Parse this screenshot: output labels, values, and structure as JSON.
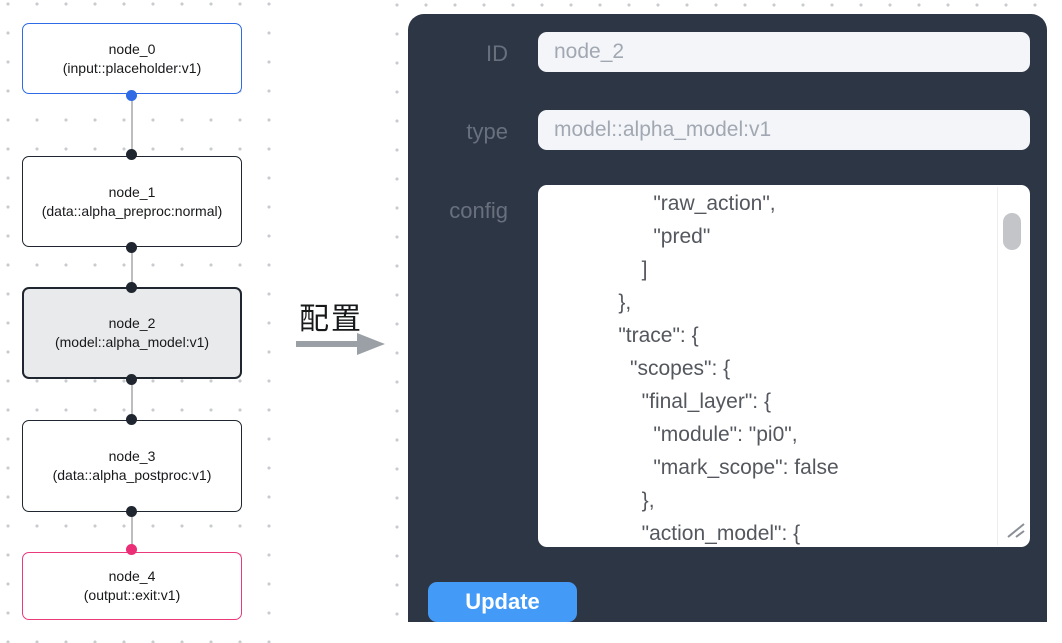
{
  "canvas": {
    "nodes": [
      {
        "name": "node_0",
        "type": "(input::placeholder:v1)"
      },
      {
        "name": "node_1",
        "type": "(data::alpha_preproc:normal)"
      },
      {
        "name": "node_2",
        "type": "(model::alpha_model:v1)"
      },
      {
        "name": "node_3",
        "type": "(data::alpha_postproc:v1)"
      },
      {
        "name": "node_4",
        "type": "(output::exit:v1)"
      }
    ],
    "selected_node": "node_2"
  },
  "annotation": {
    "label": "配置"
  },
  "panel": {
    "id_label": "ID",
    "id_value": "node_2",
    "type_label": "type",
    "type_value": "model::alpha_model:v1",
    "config_label": "config",
    "config_text": "          \"raw_action\",\n          \"pred\"\n        ]\n    },\n    \"trace\": {\n      \"scopes\": {\n        \"final_layer\": {\n          \"module\": \"pi0\",\n          \"mark_scope\": false\n        },\n        \"action_model\": {",
    "update_label": "Update"
  },
  "colors": {
    "input_node_accent": "#2e6be5",
    "output_node_accent": "#ea3a7c",
    "default_node_border": "#20262f",
    "selected_node_bg": "#e9eaeb",
    "edge_line": "#bcbdbf",
    "panel_bg": "#2d3645",
    "field_bg": "#f3f5f9",
    "update_button_bg": "#449bf7"
  }
}
